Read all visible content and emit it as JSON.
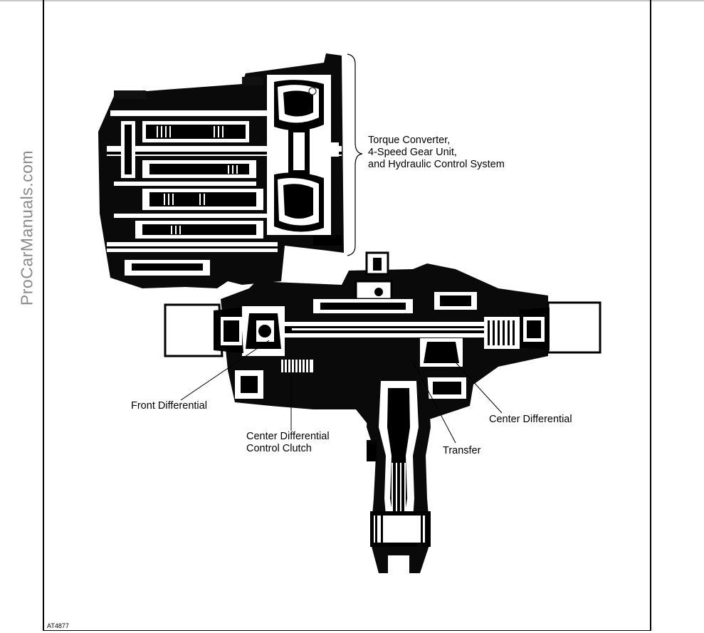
{
  "watermark": "ProCarManuals.com",
  "figure_code": "AT4877",
  "labels": {
    "torque_converter": [
      "Torque Converter,",
      "4-Speed Gear Unit,",
      "and Hydraulic Control System"
    ],
    "front_differential": "Front Differential",
    "center_diff_control_clutch": [
      "Center Differential",
      "Control Clutch"
    ],
    "transfer": "Transfer",
    "center_differential": "Center Differential"
  }
}
